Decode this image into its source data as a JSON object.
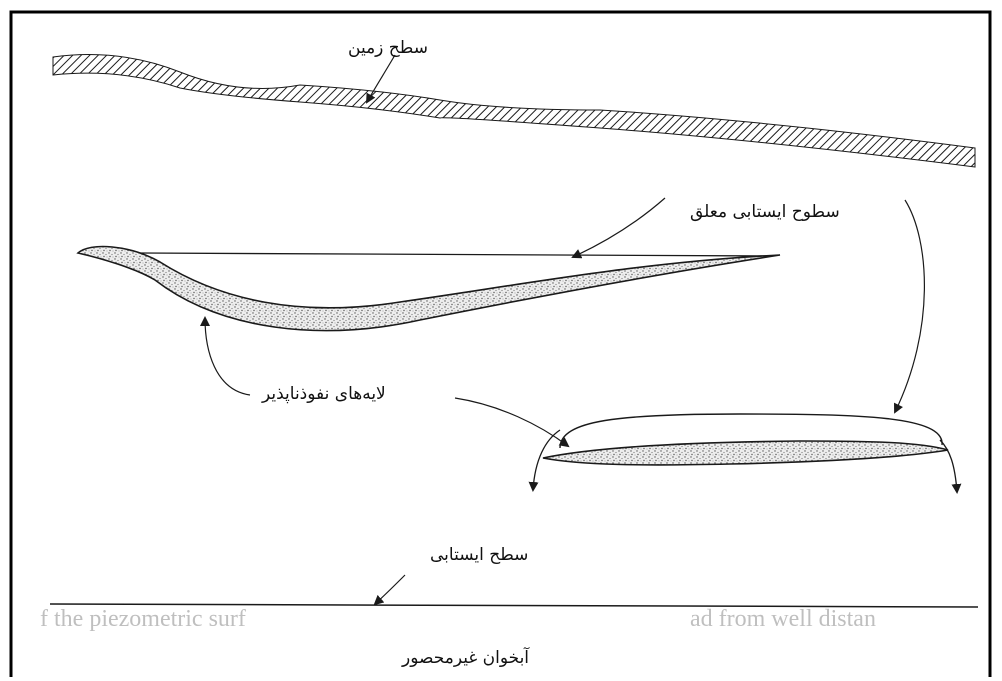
{
  "diagram": {
    "labels": {
      "ground_surface": "سطح زمین",
      "perched_water_tables": "سطوح ایستابی معلق",
      "impermeable_layers": "لایه‌های نفوذناپذیر",
      "water_table": "سطح ایستابی",
      "unconfined_aquifer": "آبخوان غیرمحصور"
    },
    "background_text": {
      "left_fragment": "f the piezometric surf",
      "right_fragment": "ad from well distan"
    },
    "colors": {
      "stroke": "#1a1a1a",
      "border": "#000000",
      "stipple": "#7a7a7a"
    }
  }
}
